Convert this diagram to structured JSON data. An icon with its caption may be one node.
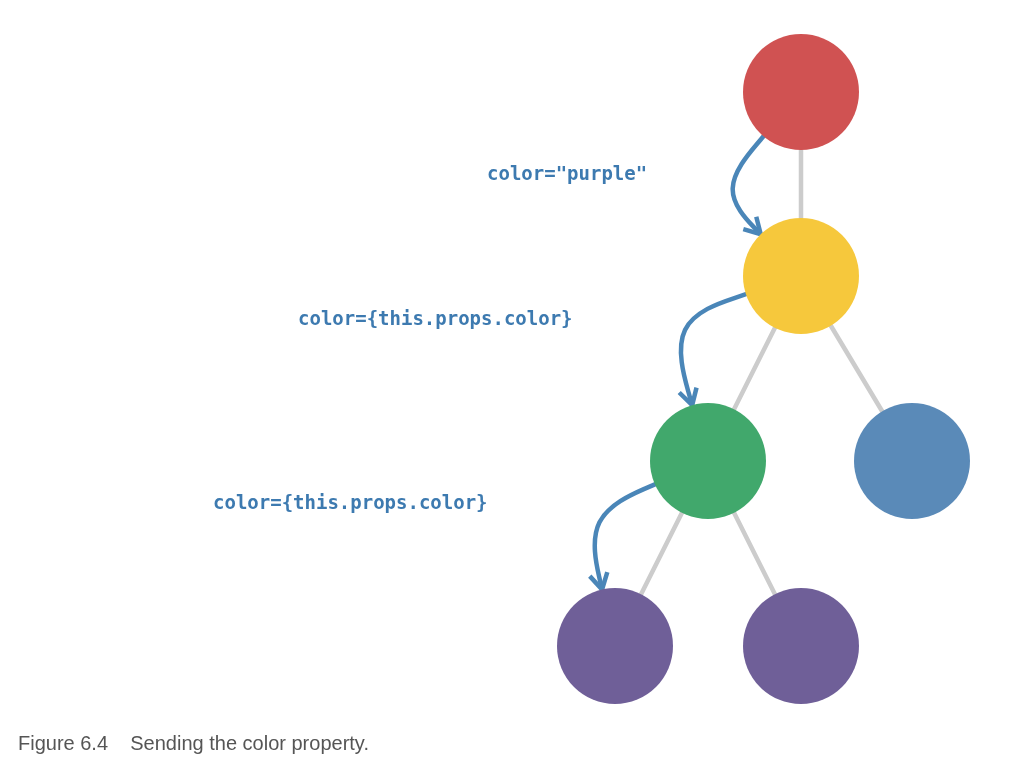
{
  "diagram": {
    "caption": "Figure 6.4    Sending the color property.",
    "nodes": [
      {
        "text": [],
        "shape": "circle"
      },
      {
        "text": [],
        "shape": "circle"
      },
      {
        "text": [],
        "shape": "circle"
      },
      {
        "text": [],
        "shape": "circle"
      },
      {
        "text": [],
        "shape": "circle"
      },
      {
        "text": [],
        "shape": "circle"
      }
    ],
    "edges": [
      {
        "from": 0,
        "to": 1,
        "arrow": "none"
      },
      {
        "from": 1,
        "to": 2,
        "arrow": "none"
      },
      {
        "from": 1,
        "to": 3,
        "arrow": "none"
      },
      {
        "from": 2,
        "to": 4,
        "arrow": "none"
      },
      {
        "from": 2,
        "to": 5,
        "arrow": "none"
      },
      {
        "from": 0,
        "to": 1,
        "arrow": "to",
        "color": "#4a86b8"
      },
      {
        "from": 1,
        "to": 2,
        "arrow": "to",
        "color": "#4a86b8"
      },
      {
        "from": 2,
        "to": 4,
        "arrow": "to",
        "color": "#4a86b8"
      }
    ],
    "labels": [
      "color=\"purple\"",
      "color={this.props.color}",
      "color={this.props.color}"
    ]
  }
}
